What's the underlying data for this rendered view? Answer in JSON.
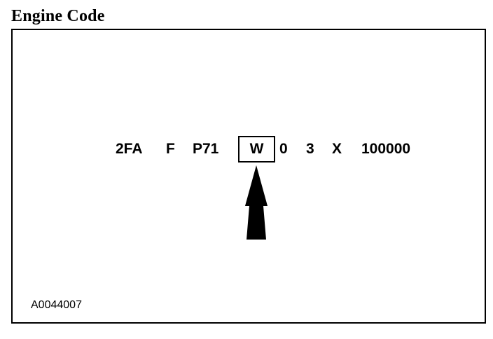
{
  "title": "Engine Code",
  "vin": {
    "segments": [
      "2FA",
      "F",
      "P71"
    ],
    "highlighted": "W",
    "after": [
      "0",
      "3",
      "X",
      "100000"
    ]
  },
  "reference_code": "A0044007",
  "icons": {
    "pointer": "arrow-up-icon"
  },
  "colors": {
    "ink": "#000000",
    "background": "#ffffff"
  }
}
